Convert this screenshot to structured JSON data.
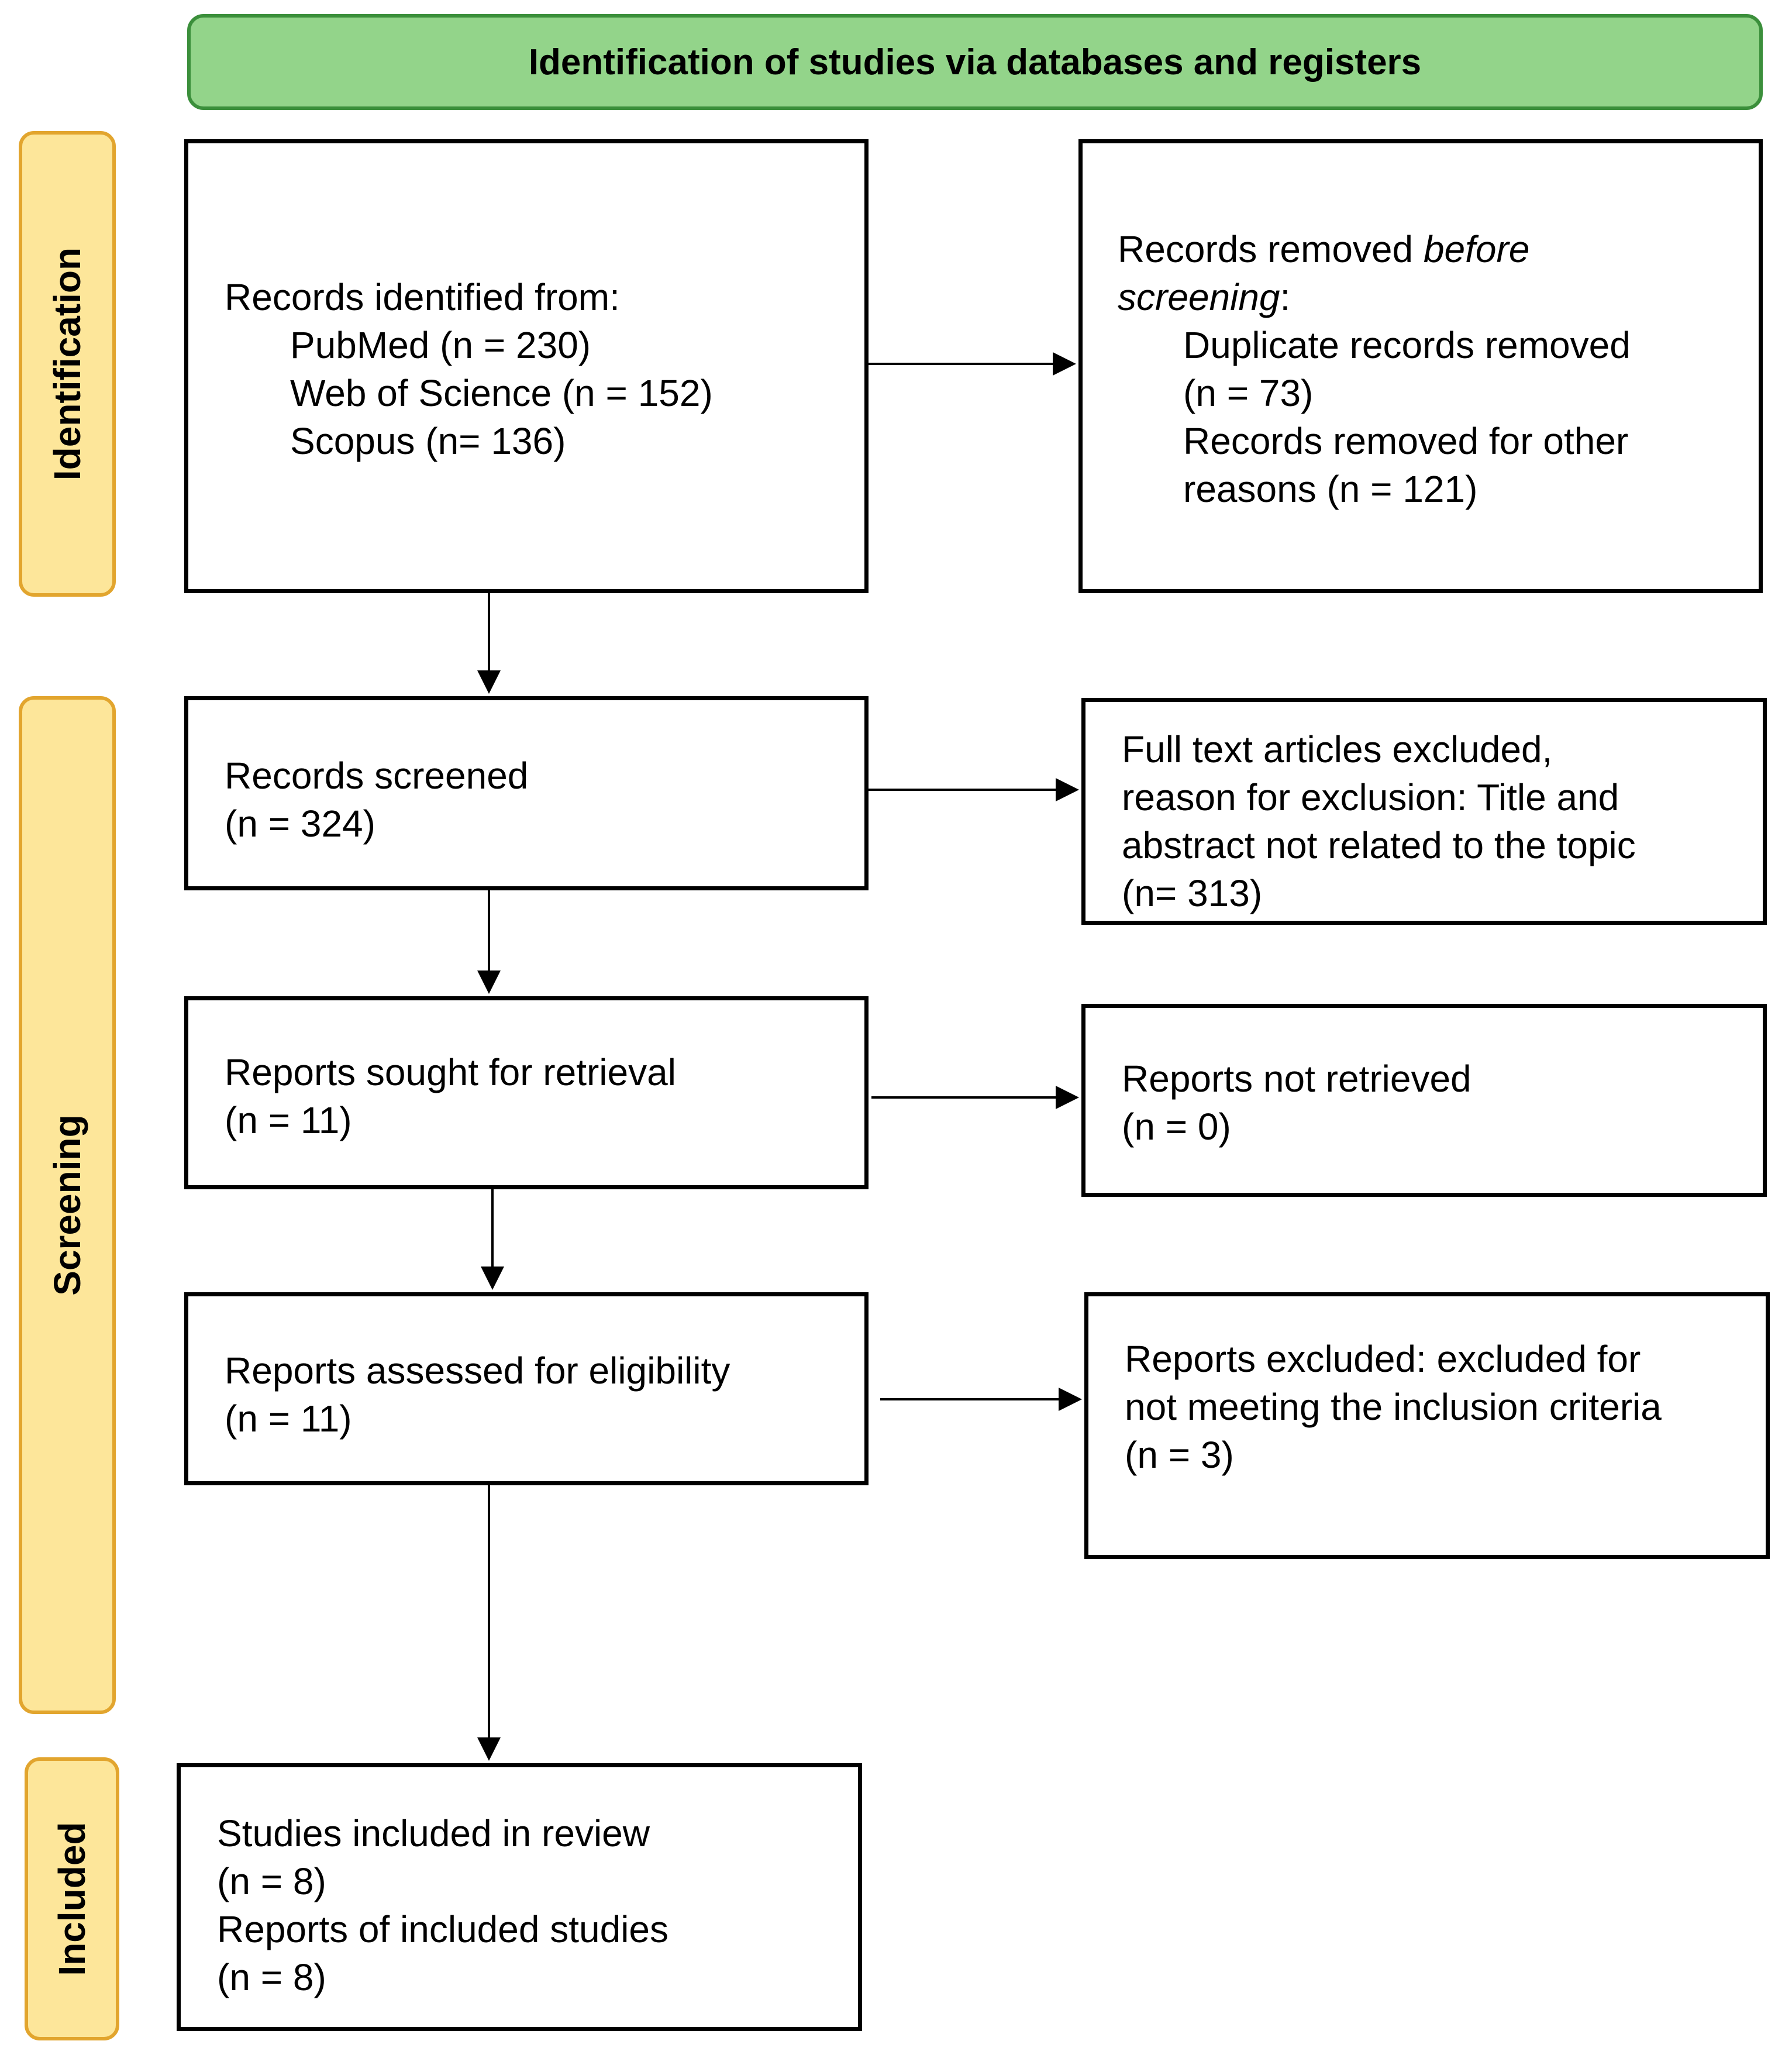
{
  "header": {
    "title": "Identification of studies via databases and registers"
  },
  "phases": {
    "identification": "Identification",
    "screening": "Screening",
    "included": "Included"
  },
  "colors": {
    "header_fill": "#93d48a",
    "header_border": "#3b8f3b",
    "phase_fill": "#fde69a",
    "phase_border": "#e2a52e",
    "box_border": "#000000"
  },
  "boxes": {
    "records_identified": {
      "heading": "Records identified from:",
      "sources": [
        "PubMed (n = 230)",
        "Web of Science (n = 152)",
        "Scopus (n= 136)"
      ]
    },
    "records_removed": {
      "lead": "Records removed ",
      "lead_italic": "before",
      "lead_italic2": "screening",
      "lead_colon": ":",
      "line1": "Duplicate records removed",
      "line2": "(n = 73)",
      "line3": "Records removed for other",
      "line4": "reasons (n = 121)"
    },
    "records_screened": {
      "label": "Records screened",
      "count": "(n = 324)"
    },
    "fulltext_excluded": {
      "lines": [
        "Full text articles excluded,",
        "reason for exclusion: Title and",
        "abstract not related to the topic",
        "(n= 313)"
      ]
    },
    "reports_sought": {
      "label": "Reports sought for retrieval",
      "count": "(n = 11)"
    },
    "reports_not_retrieved": {
      "label": "Reports not retrieved",
      "count": "(n = 0)"
    },
    "reports_assessed": {
      "label": "Reports assessed for eligibility",
      "count": "(n = 11)"
    },
    "reports_excluded": {
      "lines": [
        "Reports excluded: excluded for",
        "not meeting the inclusion criteria",
        "(n = 3)"
      ]
    },
    "studies_included": {
      "lines": [
        "Studies included in review",
        "(n = 8)",
        "Reports of included studies",
        "(n = 8)"
      ]
    }
  }
}
